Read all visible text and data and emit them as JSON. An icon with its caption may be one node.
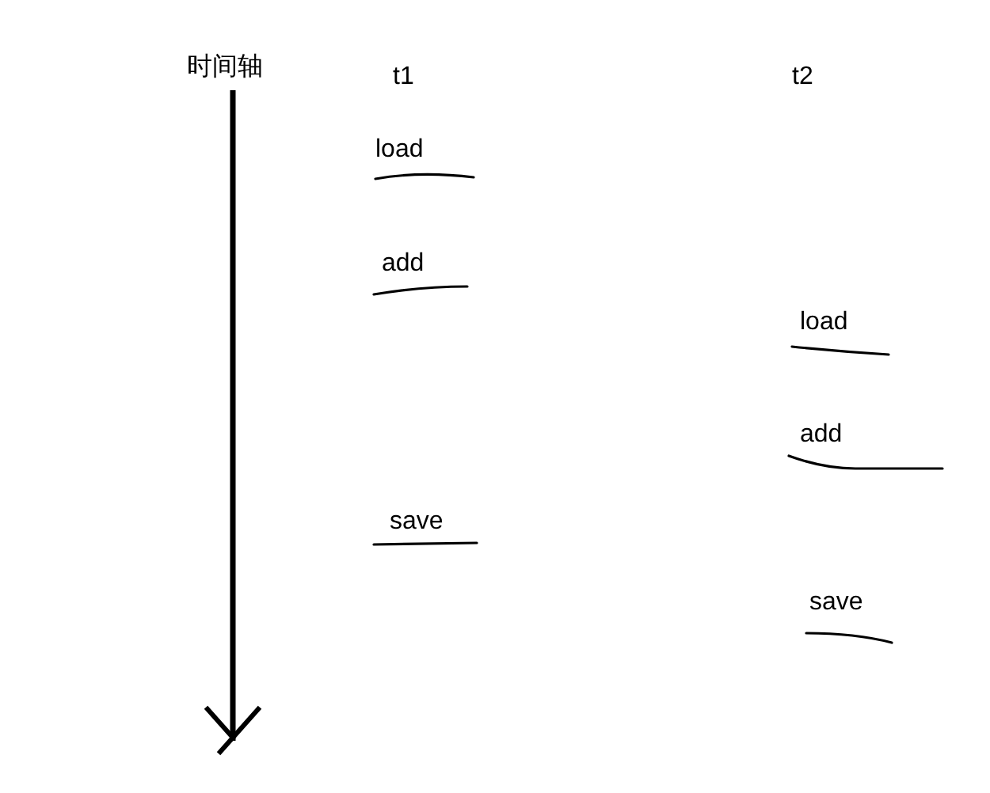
{
  "diagram": {
    "labels": [
      "时间轴",
      "t1",
      "t2",
      "load",
      "add",
      "load",
      "add",
      "save",
      "save"
    ]
  }
}
